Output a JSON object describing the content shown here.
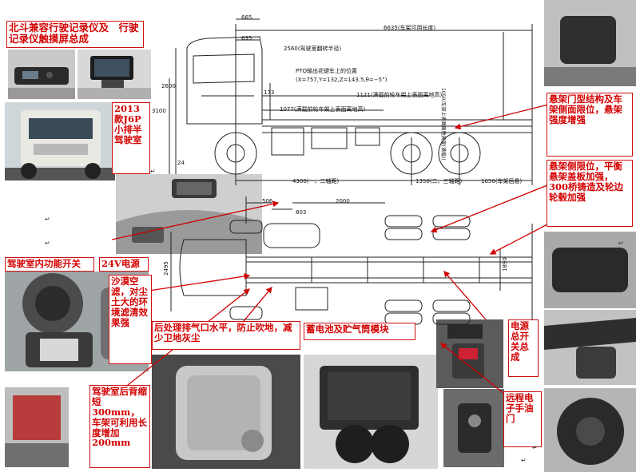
{
  "callouts": {
    "beidou_recorder": "北斗兼容行驶记录仪及　行驶记录仪触摸屏总成",
    "cab_2013_j6p": "2013款J6P小排半驾驶室",
    "cab_switches": "驾驶室内功能开关",
    "power_24v": "24V电源",
    "desert_filter": "沙漠空滤，对尘土大的环境滤清效果强",
    "exhaust_level": "后处理排气口水平，防止吹地，减少卫地灰尘",
    "battery_tank": "蓄电池及贮气筒模块",
    "power_switch": "电源总开关总成",
    "cab_rear_wall": "驾驶室后背缩短300mm，车架可利用长度增加200mm",
    "remote_throttle": "远程电子手油门",
    "suspension_stabilizer": "悬架门型结构及车架侧面限位，悬架强度增强",
    "suspension_limit": "悬架侧限位，平衡悬架盖板加强，300桥铸造及轮边轮毂加强"
  },
  "side_view": {
    "dims": {
      "d665": "665",
      "d635": "635",
      "d6635": "6635(车架可用长度)",
      "d2560": "2560(驾驶室翻转半径)",
      "pto_title": "PTO输出花键车上的位置",
      "pto_coords": "(X=757,Y=132,Z=143.5,θ=−5°)",
      "d1121": "1121(满载前轮车架上表面离地高)",
      "d1077": "1077(满载前轮车架上表面离地高)",
      "d173": "173",
      "d3100": "3100",
      "d2600": "2600",
      "d24": "24",
      "d4300": "4300(一、二轴距)",
      "d1350": "1350(二、三轴距)",
      "d1650": "1650(车架后悬)",
      "vertical_note": "1050(车架上表面离地高度(满载))"
    }
  },
  "top_view": {
    "dims": {
      "d506": "506",
      "d803": "803",
      "d2000": "2000",
      "d1890": "1890",
      "d2495": "2495"
    }
  },
  "return_mark": "↵",
  "colors": {
    "callout": "#d40000",
    "arrow": "#d00000",
    "drawing": "#222222"
  }
}
